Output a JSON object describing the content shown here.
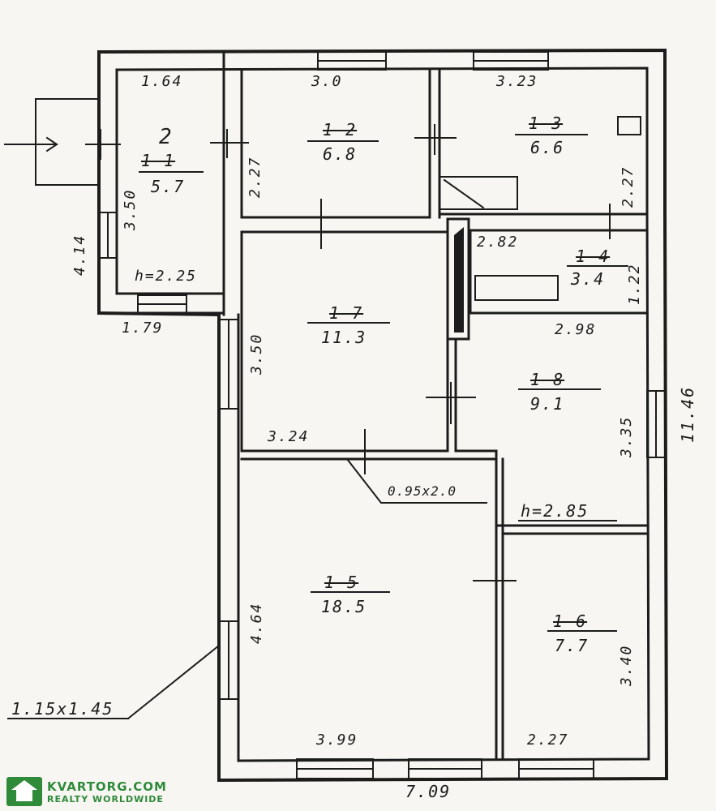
{
  "plan": {
    "rooms": [
      {
        "id": "r1",
        "name": "1-1",
        "area": "5.7",
        "scribble": "2",
        "height_note": "h=2.25"
      },
      {
        "id": "r2",
        "name": "1-2",
        "area": "6.8"
      },
      {
        "id": "r3",
        "name": "1-3",
        "area": "6.6"
      },
      {
        "id": "r4",
        "name": "1-4",
        "area": "3.4"
      },
      {
        "id": "r5",
        "name": "1-7",
        "area": "11.3"
      },
      {
        "id": "r6",
        "name": "1-8",
        "area": "9.1",
        "height_note": "h=2.85"
      },
      {
        "id": "r7",
        "name": "1-5",
        "area": "18.5"
      },
      {
        "id": "r8",
        "name": "1-6",
        "area": "7.7"
      }
    ],
    "dimensions": {
      "r1_width": "1.64",
      "r1_depth": "3.50",
      "ext_left": "4.14",
      "bottom_left": "1.79",
      "r2_width": "3.0",
      "r2_depth": "2.27",
      "r3_width": "3.23",
      "r3_depth": "2.27",
      "r4_width": "2.82",
      "r4_depth": "1.22",
      "r5_depth": "3.50",
      "r5_width": "3.24",
      "r6_width": "2.98",
      "r6_depth": "3.35",
      "total_right": "11.46",
      "door_note": "0.95x2.0",
      "r7_depth": "4.64",
      "r7_width": "3.99",
      "r8_depth": "3.40",
      "r8_width": "2.27",
      "total_bottom": "7.09",
      "window_note": "1.15x1.45"
    }
  },
  "watermark": {
    "line1": "KVARTORG.COM",
    "line2": "REALTY WORLDWIDE"
  },
  "colors": {
    "ink": "#1c1c1c",
    "paper": "#f7f6f2",
    "brand": "#2f8a3a"
  }
}
